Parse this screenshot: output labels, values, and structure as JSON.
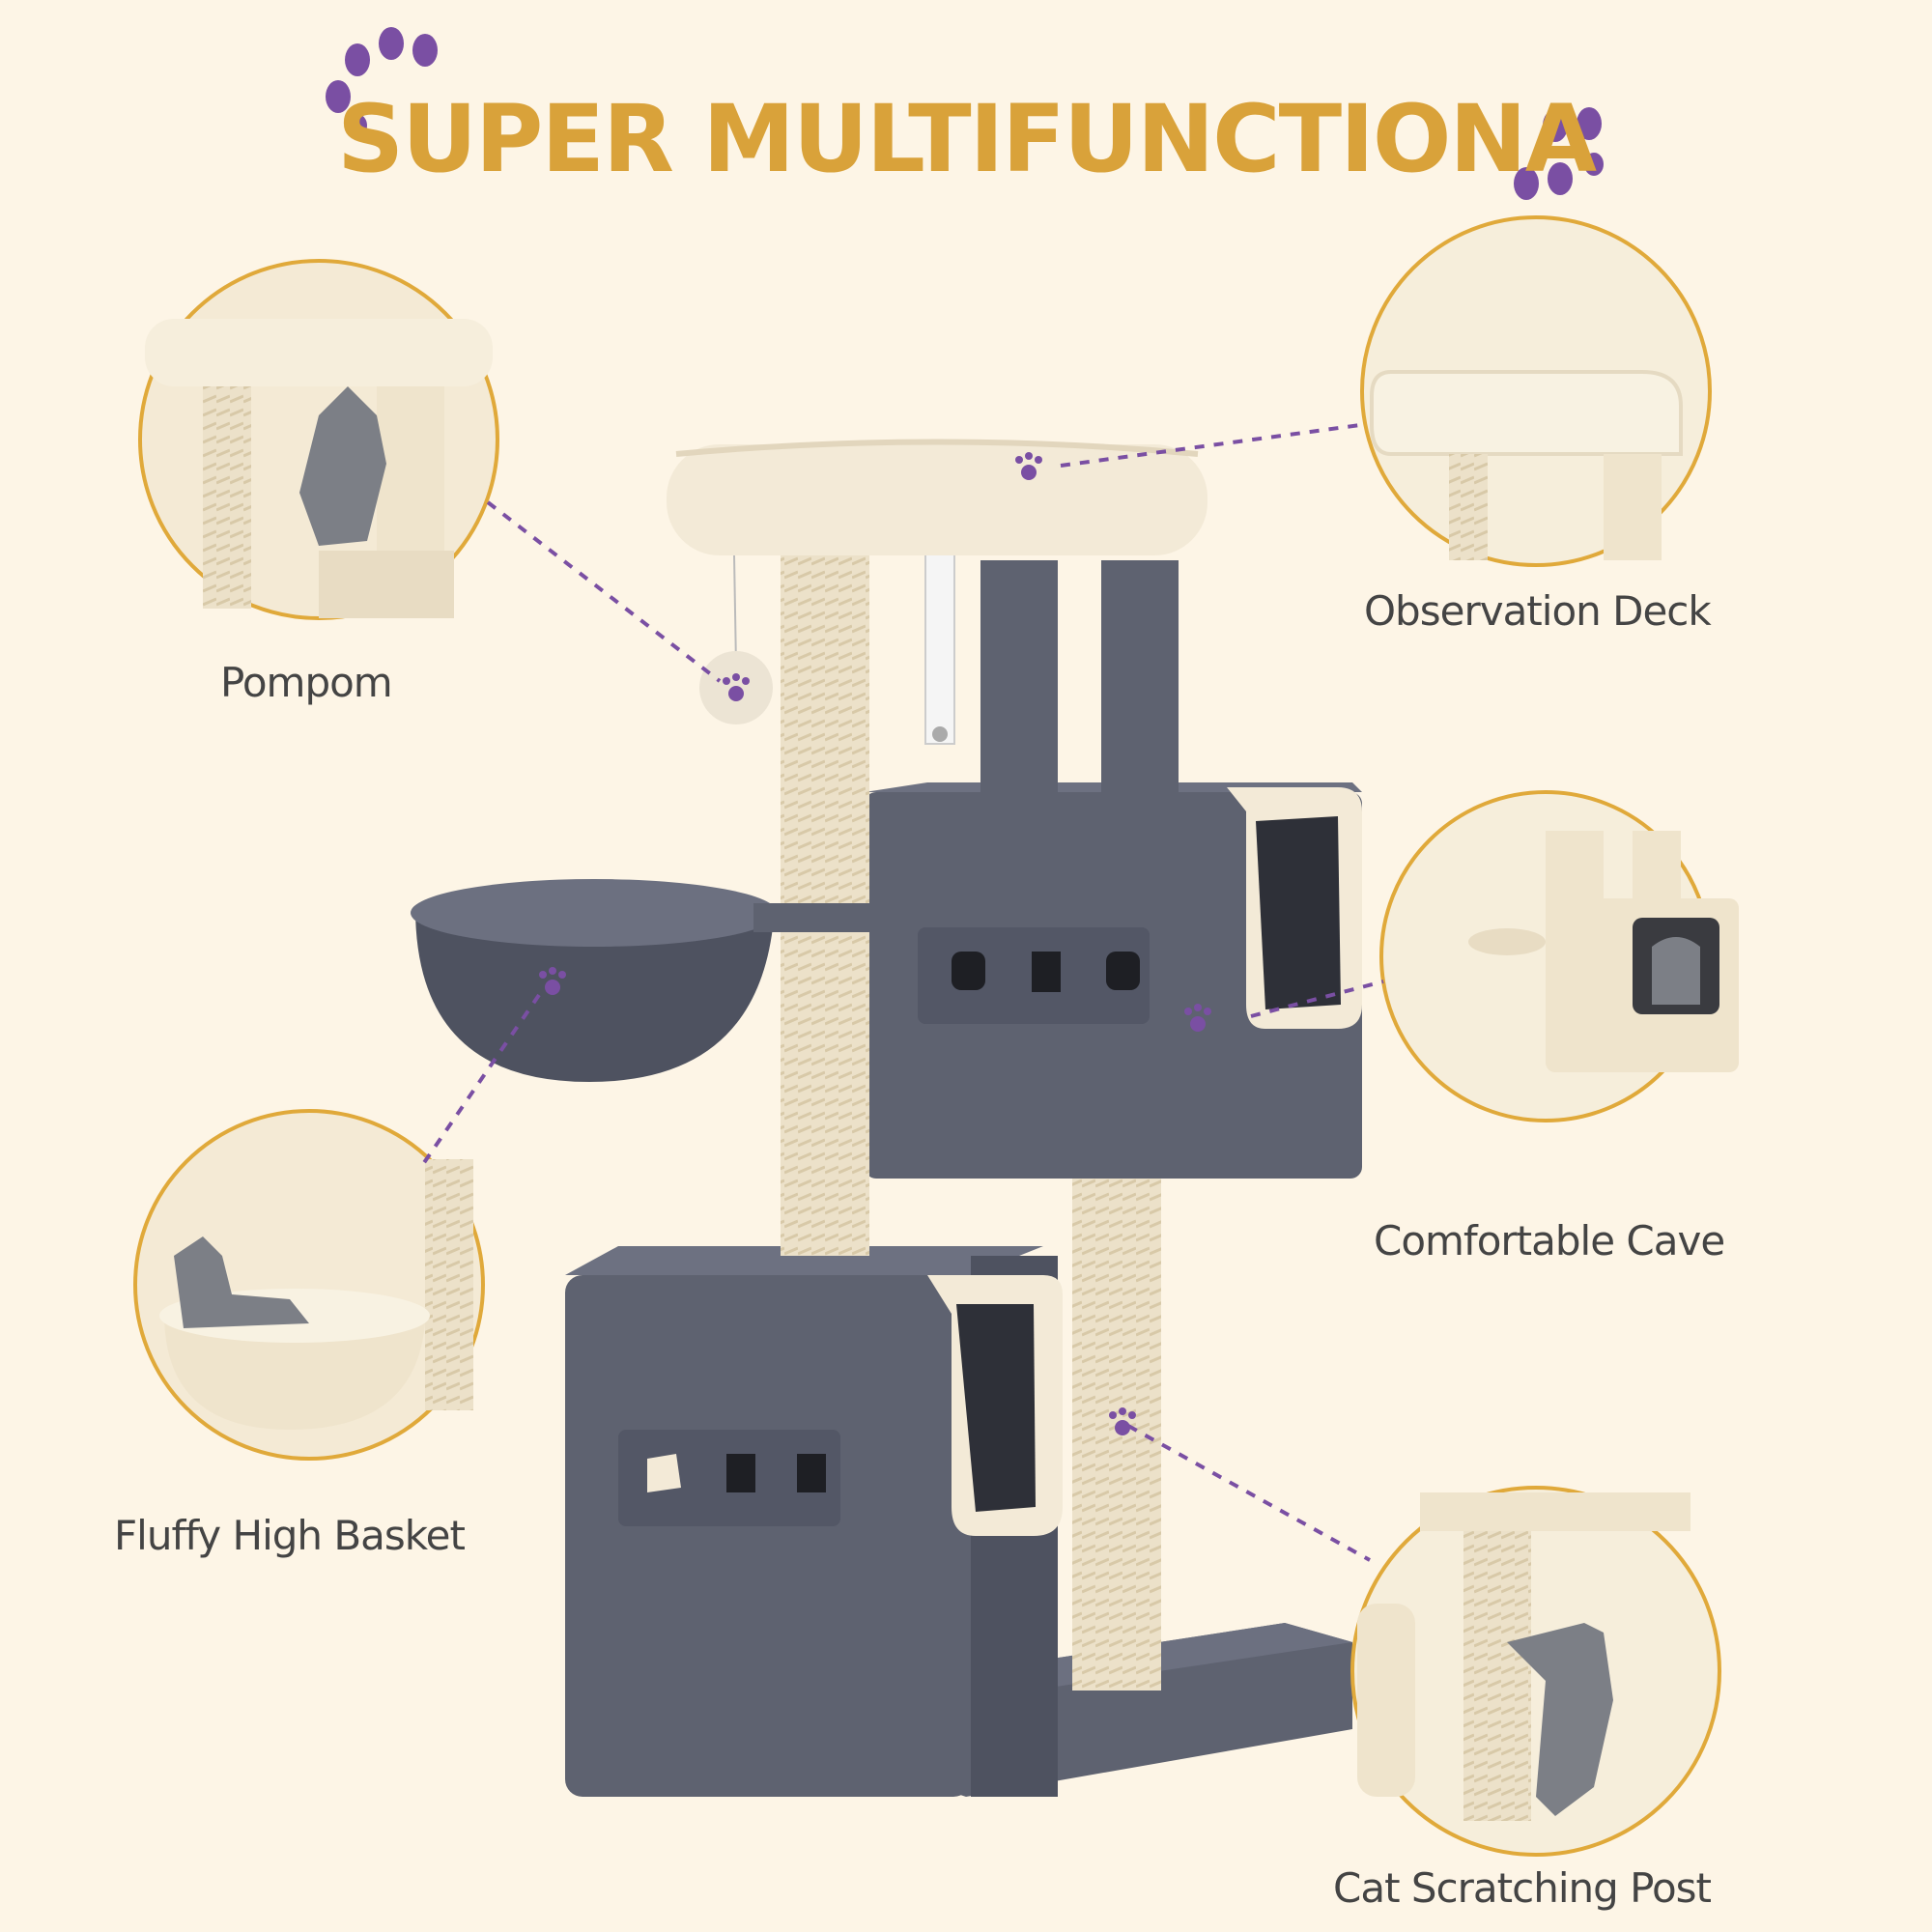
{
  "title": "SUPER MULTIFUNCTIONA",
  "features": {
    "pompom": "Pompom",
    "observation_deck": "Observation Deck",
    "comfortable_cave": "Comfortable Cave",
    "fluffy_high_basket": "Fluffy High Basket",
    "cat_scratching_post": "Cat Scratching Post"
  },
  "colors": {
    "background": "#fdf5e6",
    "title": "#d9a23a",
    "accent": "#7a4fa3",
    "circle_ring": "#e0a93a",
    "plush_gray": "#5e6270",
    "plush_beige": "#f3ead7",
    "sisal": "#e8dcc3"
  }
}
